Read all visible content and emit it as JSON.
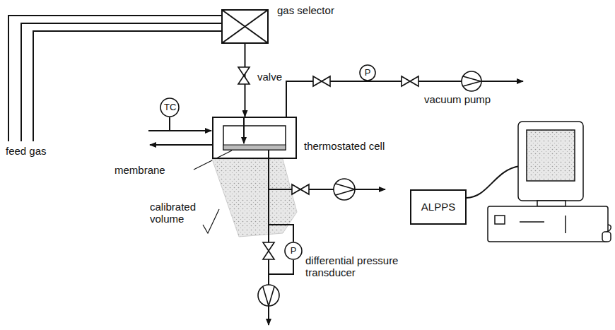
{
  "diagram": {
    "nodes": [
      {
        "text": [
          "gas selector"
        ]
      },
      {
        "text": [
          "thermostated cell"
        ]
      },
      {
        "text": [
          "TC"
        ]
      },
      {
        "text": [
          "P"
        ]
      },
      {
        "text": [
          "P"
        ]
      },
      {
        "text": [
          "ALPPS"
        ]
      }
    ],
    "edges": [
      {
        "from": 0,
        "to": 1,
        "arrow": "to"
      },
      {
        "from": 1,
        "to": 3,
        "arrow": "none"
      }
    ],
    "labels": [
      "valve",
      "feed gas",
      "vacuum pump",
      "membrane",
      "calibrated volume",
      "differential pressure transducer"
    ]
  }
}
